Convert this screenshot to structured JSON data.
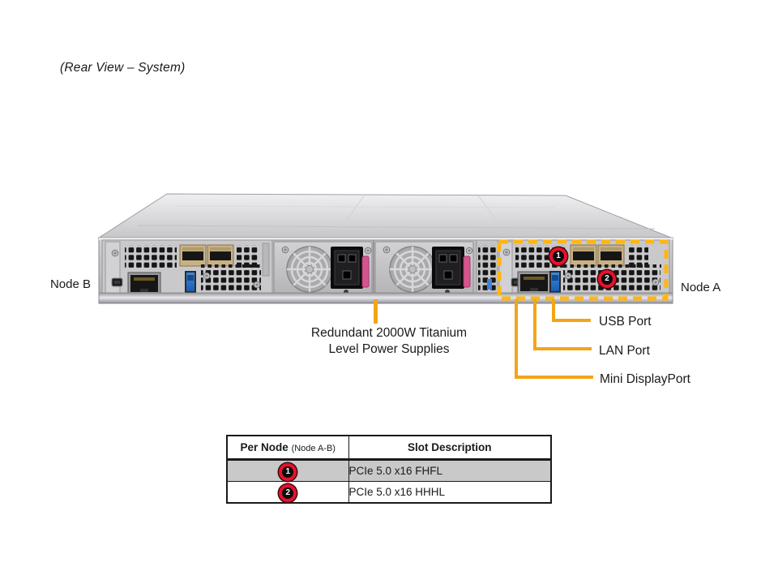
{
  "title": "(Rear View – System)",
  "node_labels": {
    "left": "Node B",
    "right": "Node A"
  },
  "callouts": {
    "psu": {
      "line1": "Redundant 2000W Titanium",
      "line2": "Level Power Supplies"
    },
    "usb": "USB Port",
    "lan": "LAN Port",
    "mini_dp": "Mini DisplayPort",
    "slot_badges": {
      "slot1": "1",
      "slot2": "2"
    }
  },
  "colors": {
    "callout_line": "#F2A51A",
    "highlight_box": "#FFB612",
    "badge_ring": "#E8112D",
    "table_alt_row": "#C9C9C9"
  },
  "table": {
    "header": {
      "col1_main": "Per Node",
      "col1_sub": "(Node A-B)",
      "col2": "Slot Description"
    },
    "rows": [
      {
        "badge": "1",
        "description": "PCIe 5.0 x16 FHFL"
      },
      {
        "badge": "2",
        "description": "PCIe 5.0 x16 HHHL"
      }
    ]
  }
}
